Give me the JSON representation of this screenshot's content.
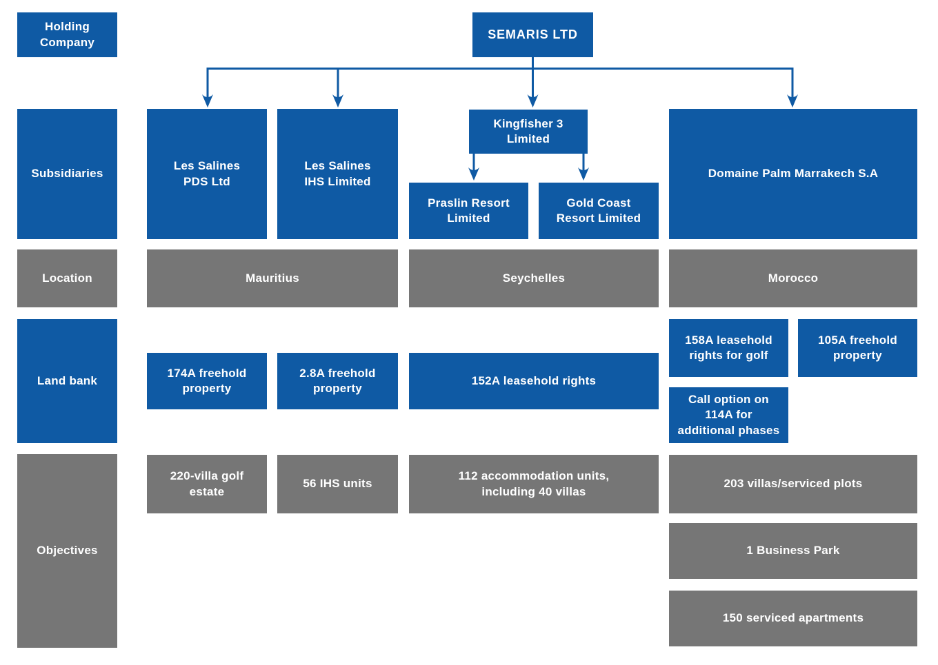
{
  "palette": {
    "blue": "#0f5aa4",
    "gray": "#767676",
    "text": "#ffffff",
    "background": "#ffffff"
  },
  "row_labels": {
    "holding": "Holding Company",
    "subsidiaries": "Subsidiaries",
    "location": "Location",
    "land_bank": "Land bank",
    "objectives": "Objectives"
  },
  "holding": {
    "name": "SEMARIS LTD"
  },
  "subsidiaries": {
    "les_salines_pds": "Les Salines PDS Ltd",
    "les_salines_ihs": "Les Salines IHS Limited",
    "kingfisher": "Kingfisher 3 Limited",
    "praslin": "Praslin Resort Limited",
    "gold_coast": "Gold Coast Resort Limited",
    "domaine_palm": "Domaine Palm Marrakech S.A"
  },
  "locations": {
    "mauritius": "Mauritius",
    "seychelles": "Seychelles",
    "morocco": "Morocco"
  },
  "land_bank": {
    "pds": "174A freehold property",
    "ihs": "2.8A freehold property",
    "seychelles": "152A leasehold rights",
    "morocco_golf": "158A leasehold rights for golf",
    "morocco_freehold": "105A freehold property",
    "morocco_call_option": "Call option on 114A for additional phases"
  },
  "objectives": {
    "pds": "220-villa golf estate",
    "ihs": "56 IHS units",
    "seychelles": "112 accommodation units, including 40 villas",
    "morocco_villas": "203 villas/serviced plots",
    "morocco_business_park": "1 Business Park",
    "morocco_apartments": "150 serviced apartments"
  }
}
